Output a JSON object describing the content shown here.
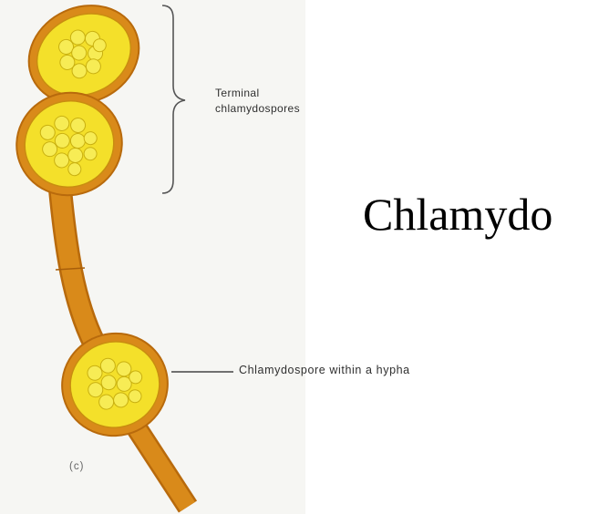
{
  "title": "Chlamydo",
  "labels": {
    "terminal_line1": "Terminal",
    "terminal_line2": "chlamydospores",
    "within_hypha": "Chlamydospore within a hypha",
    "panel_letter": "(c)"
  },
  "colors": {
    "hypha_wall": "#d98a1a",
    "hypha_edge": "#b86a0c",
    "spore_fill": "#f4e02a",
    "cell_fill": "#f7ec55",
    "cell_edge": "#c9b010",
    "label_text": "#2f2f2f",
    "title_text": "#000000",
    "panel_background": "#f6f6f3"
  }
}
